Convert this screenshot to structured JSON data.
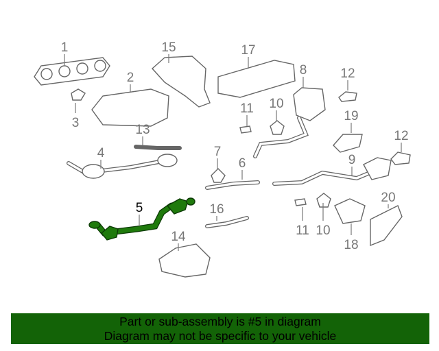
{
  "diagram": {
    "highlight_color": "#1f7a0c",
    "callouts": [
      {
        "label": "1"
      },
      {
        "label": "15"
      },
      {
        "label": "17"
      },
      {
        "label": "8"
      },
      {
        "label": "12"
      },
      {
        "label": "2"
      },
      {
        "label": "11"
      },
      {
        "label": "10"
      },
      {
        "label": "19"
      },
      {
        "label": "3"
      },
      {
        "label": "13"
      },
      {
        "label": "12"
      },
      {
        "label": "7"
      },
      {
        "label": "4"
      },
      {
        "label": "6"
      },
      {
        "label": "9"
      },
      {
        "label": "5"
      },
      {
        "label": "20"
      },
      {
        "label": "16"
      },
      {
        "label": "11"
      },
      {
        "label": "10"
      },
      {
        "label": "14"
      },
      {
        "label": "18"
      }
    ]
  },
  "banner": {
    "color": "#136307",
    "line1": "Part or sub-assembly is #5 in diagram",
    "line2": "Diagram may not be specific to your vehicle"
  }
}
